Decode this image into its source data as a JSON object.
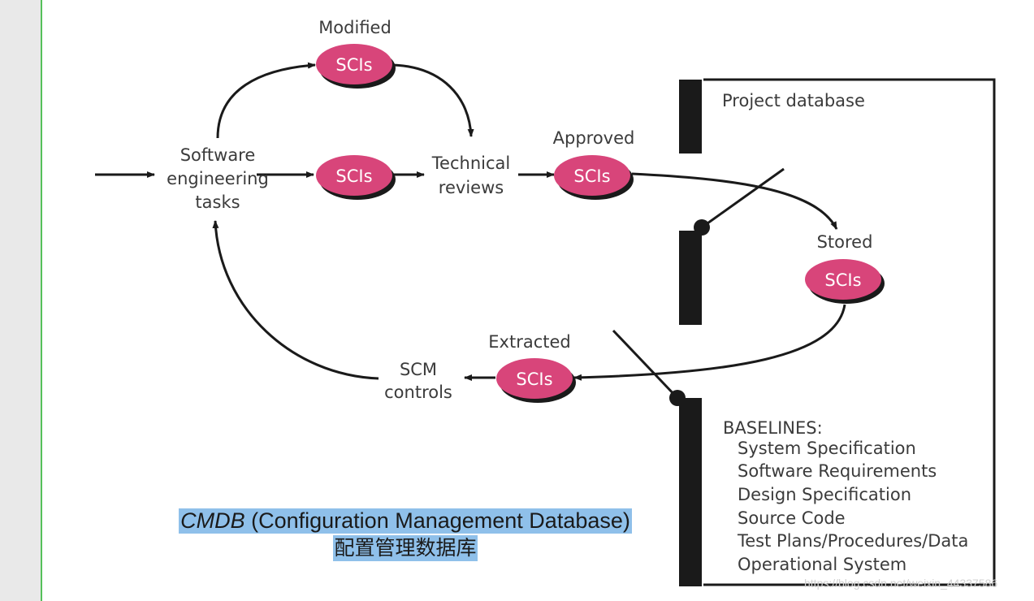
{
  "labels": {
    "modified": "Modified",
    "approved": "Approved",
    "stored": "Stored",
    "extracted": "Extracted",
    "se_tasks": [
      "Software",
      "engineering",
      "tasks"
    ],
    "tech_reviews": [
      "Technical",
      "reviews"
    ],
    "scm_controls": [
      "SCM",
      "controls"
    ],
    "sci": "SCIs"
  },
  "database": {
    "title": "Project database",
    "baselines_heading": "BASELINES:",
    "baselines": [
      "System Specification",
      "Software Requirements",
      "Design Specification",
      "Source Code",
      "Test Plans/Procedures/Data",
      "Operational System"
    ]
  },
  "caption": {
    "abbr": "CMDB",
    "expansion": " (Configuration Management Database)",
    "chinese": "配置管理数据库"
  },
  "watermark": "https://blog.csdn.net/weixin_44337586",
  "colors": {
    "sci_fill": "#d8457a",
    "line": "#1a1a1a",
    "caption_bg": "#8fc0ea"
  }
}
